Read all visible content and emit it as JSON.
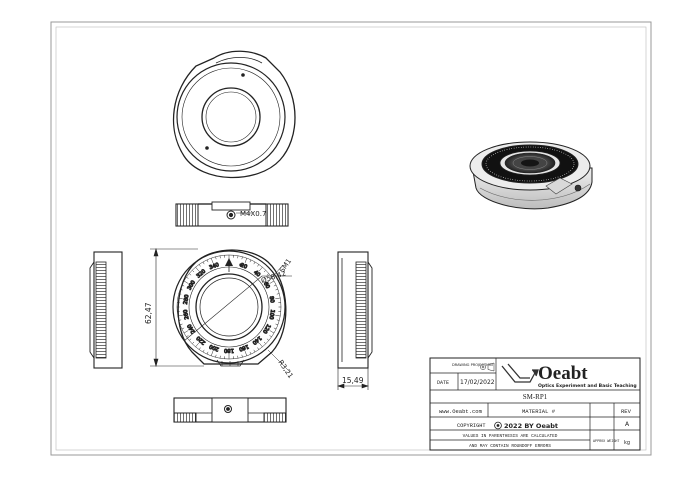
{
  "drawing": {
    "dimensions": {
      "thread": "M4X0.7",
      "height": "62,47",
      "diameter": "Ø58,42",
      "mark": "SM1",
      "radius": "R3,21",
      "thickness": "15,49"
    },
    "scale_labels": [
      "320",
      "340",
      "0",
      "20",
      "40",
      "60",
      "80",
      "100",
      "120",
      "140",
      "160",
      "180",
      "200",
      "220",
      "240",
      "260",
      "280",
      "300"
    ]
  },
  "title_block": {
    "projection_label": "DRAWING PROJECTION",
    "date_label": "DATE",
    "date_value": "17/02/2022",
    "logo_text": "Oeabt",
    "tagline": "Optics Experiment and Basic Teaching",
    "part_no": "SM-RP1",
    "website": "www.Oeabt.com",
    "material_label": "MATERIAL #",
    "rev_label": "REV",
    "rev_value": "A",
    "copyright": "COPYRIGHT",
    "copyright_year": "2022 BY Oeabt",
    "note_line1": "VALUES IN PARENTHESIS ARE CALCULATED",
    "note_line2": "AND MAY CONTAIN ROUNDOFF ERRORS",
    "approx_label": "APPROX WEIGHT",
    "unit": "kg"
  }
}
